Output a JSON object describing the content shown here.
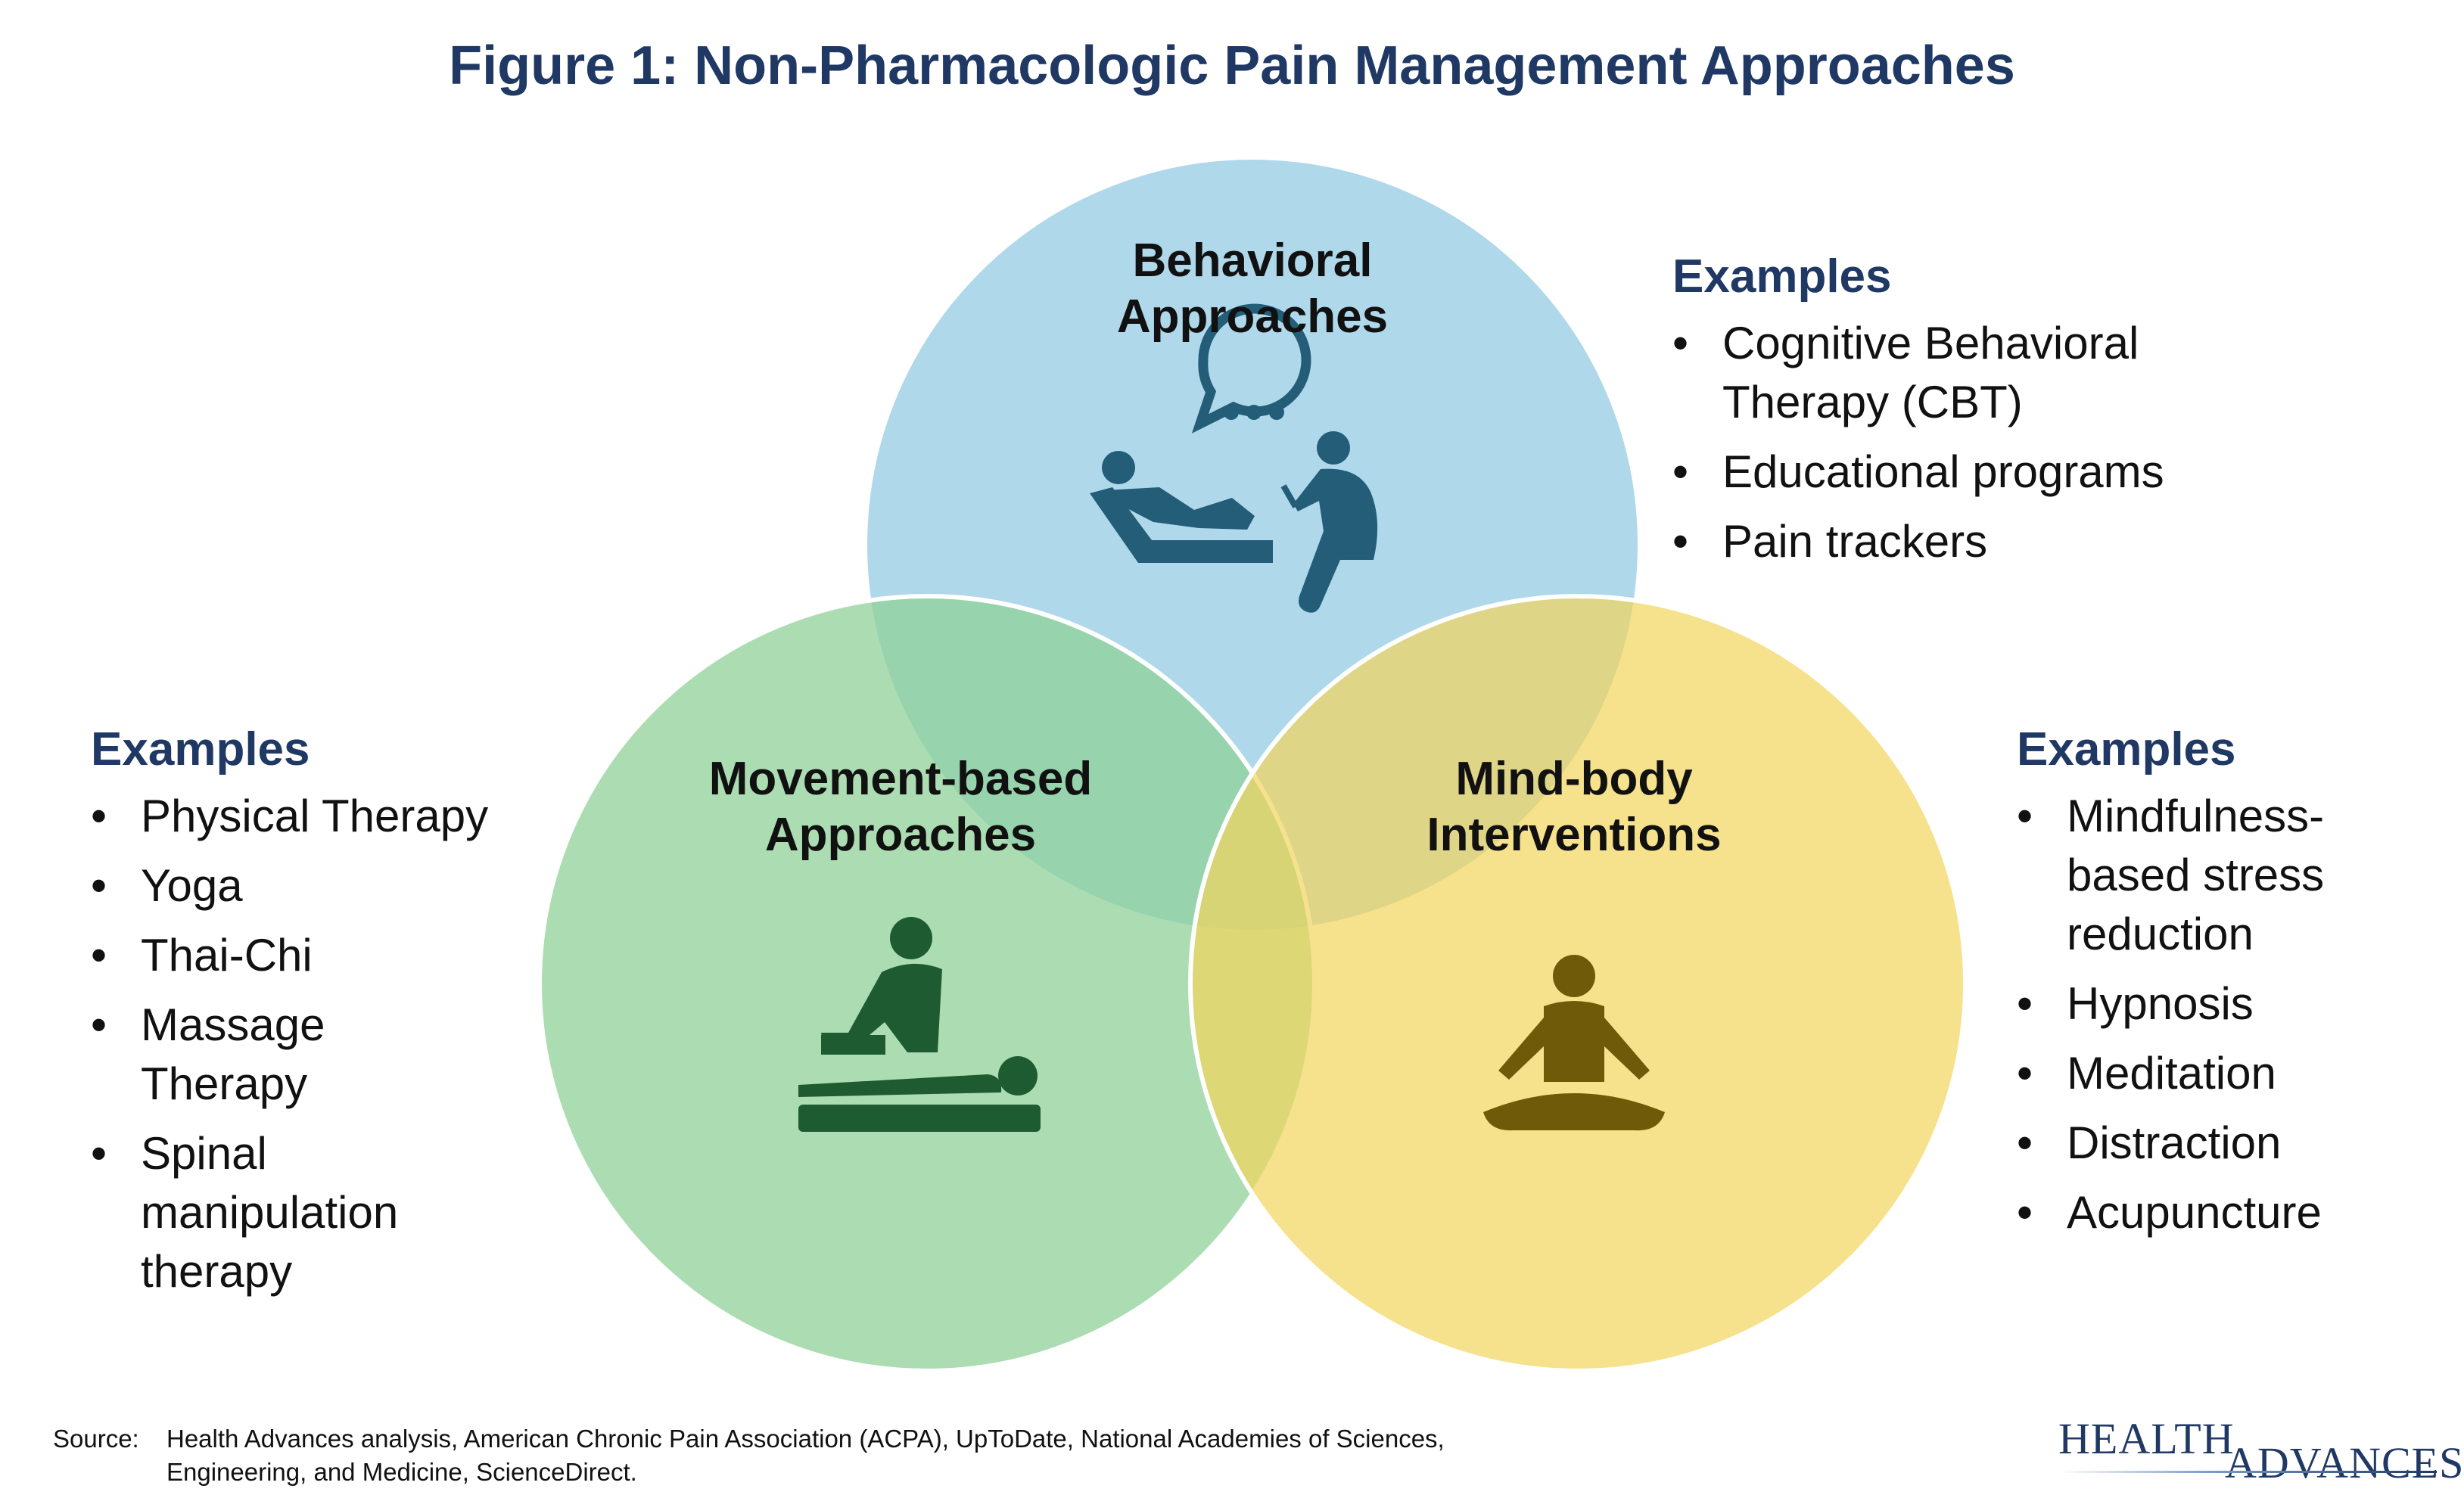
{
  "title": "Figure 1: Non-Pharmacologic Pain Management Approaches",
  "colors": {
    "behavioral": "#9ecfe6",
    "movement": "#9bd6a2",
    "mindbody": "#f2d96b",
    "heading": "#1f3864"
  },
  "circles": {
    "behavioral": {
      "label_line1": "Behavioral",
      "label_line2": "Approaches",
      "icon": "therapy-session-icon"
    },
    "movement": {
      "label_line1": "Movement-based",
      "label_line2": "Approaches",
      "icon": "massage-therapy-icon"
    },
    "mindbody": {
      "label_line1": "Mind-body",
      "label_line2": "Interventions",
      "icon": "meditation-icon"
    }
  },
  "examples": {
    "behavioral": {
      "heading": "Examples",
      "items": [
        "Cognitive Behavioral Therapy (CBT)",
        "Educational programs",
        "Pain trackers"
      ]
    },
    "movement": {
      "heading": "Examples",
      "items": [
        "Physical Therapy",
        "Yoga",
        "Thai-Chi",
        "Massage Therapy",
        "Spinal manipulation therapy"
      ]
    },
    "mindbody": {
      "heading": "Examples",
      "items": [
        "Mindfulness-based stress reduction",
        "Hypnosis",
        "Meditation",
        "Distraction",
        "Acupuncture"
      ]
    }
  },
  "source": {
    "label": "Source:",
    "line1": "Health Advances analysis, American Chronic Pain Association (ACPA), UpToDate, National Academies of Sciences,",
    "line2": "Engineering, and Medicine, ScienceDirect."
  },
  "logo": {
    "word1": "HEALTH",
    "word2": "ADVANCES"
  }
}
